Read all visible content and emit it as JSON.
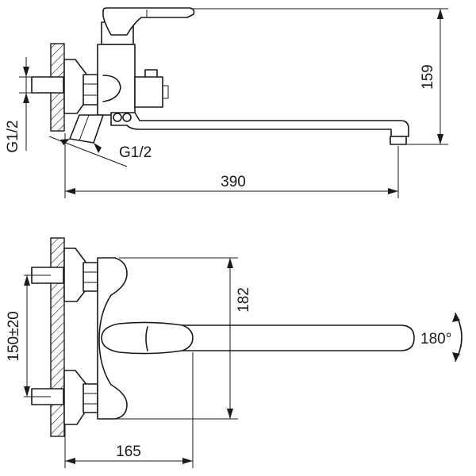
{
  "dimensions": {
    "height_top": "159",
    "length_top": "390",
    "thread_inlet": "G1/2",
    "thread_outlet": "G1/2",
    "height_bottom": "182",
    "distance_bottom": "165",
    "center_spacing": "150±20",
    "rotation": "180°"
  },
  "colors": {
    "line": "#1a1a1a",
    "background": "#ffffff"
  }
}
